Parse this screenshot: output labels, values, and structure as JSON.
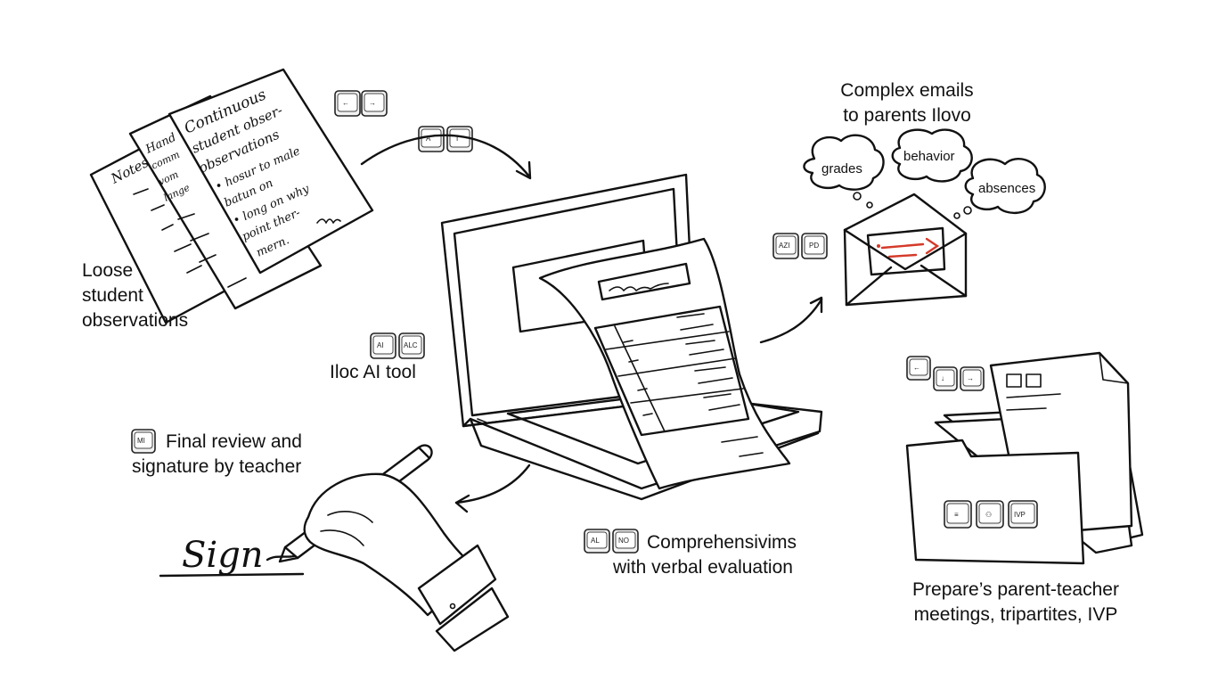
{
  "labels": {
    "observations": [
      "Loose",
      "student",
      "observations"
    ],
    "ai_tool": "Iloc AI tool",
    "emails": [
      "Complex emails",
      "to parents Ilovo"
    ],
    "review": [
      "Final review and",
      "signature by teacher"
    ],
    "comprehensive": [
      "Comprehensivims",
      "with verbal evaluation"
    ],
    "meetings": [
      "Prepare’s parent-teacher",
      "meetings, tripartites, IVP"
    ]
  },
  "bubbles": {
    "grades": "grades",
    "behavior": "behavior",
    "absences": "absences"
  },
  "notes": {
    "front_title": [
      "Continuous",
      "student obser-",
      "observations"
    ],
    "front_bullets": [
      "• hosur to male",
      "batun on",
      "• long on why",
      "point ther-",
      "mern."
    ],
    "middle_lines": [
      "Hand",
      "comm",
      "vom",
      "lange"
    ],
    "back_title": "Notes"
  },
  "signature": "Sign",
  "keys": {
    "arrows_top": [
      "←",
      "→"
    ],
    "arrow_mid": [
      "A",
      "I"
    ],
    "ai_tool": [
      "AI",
      "ALC"
    ],
    "email": [
      "AZI",
      "PD"
    ],
    "folder_top": [
      "←",
      "↓",
      "→"
    ],
    "review": [
      "MI"
    ],
    "comprehensive": [
      "AL",
      "NO"
    ],
    "folder": [
      "≡",
      "⚇",
      "IVP"
    ]
  }
}
